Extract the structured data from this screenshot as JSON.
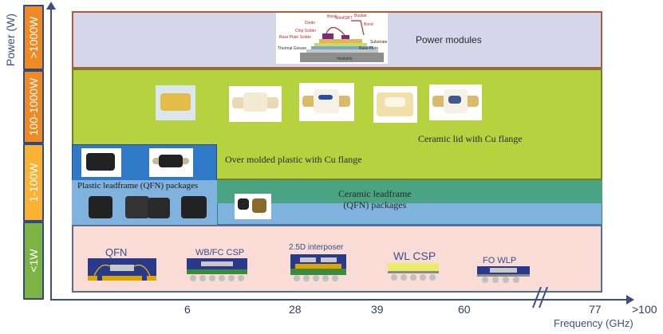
{
  "axis": {
    "ylabel": "Power (W)",
    "xlabel": "Frequency (GHz)",
    "x_ticks": [
      "6",
      "28",
      "39",
      "60",
      "77",
      ">100"
    ]
  },
  "power_levels": [
    ">1000W",
    "100-1000W",
    "1-100W",
    "<1W"
  ],
  "colors": {
    "power_modules_bg": "#d5d6ea",
    "ceramic_lid_bg": "#b6d23e",
    "plastic_qfn_bg": "#2f79c7",
    "ceramic_qfn_bg": "#4aa383",
    "wafer_bg": "#f8dcd5",
    "box_orange": "#f08a24",
    "box_yellow": "#f9b233",
    "box_green": "#7cb342"
  },
  "regions": {
    "power_modules": "Power modules",
    "ceramic_lid": "Ceramic lid with Cu flange",
    "over_molded": "Over molded plastic with Cu flange",
    "plastic_qfn": "Plastic leadframe (QFN) packages",
    "ceramic_qfn": "Ceramic leadframe\n(QFN) packages"
  },
  "packages": [
    "QFN",
    "WB/FC CSP",
    "2.5D interposer",
    "WL CSP",
    "FO WLP"
  ],
  "module_labels": [
    "Bond",
    "Wire",
    "IGBT",
    "Busbar",
    "Diode",
    "Bond",
    "Chip Solder",
    "Base Plate Solder",
    "Substrate",
    "Base Plate",
    "Thermal Grease",
    "Heatsink"
  ]
}
